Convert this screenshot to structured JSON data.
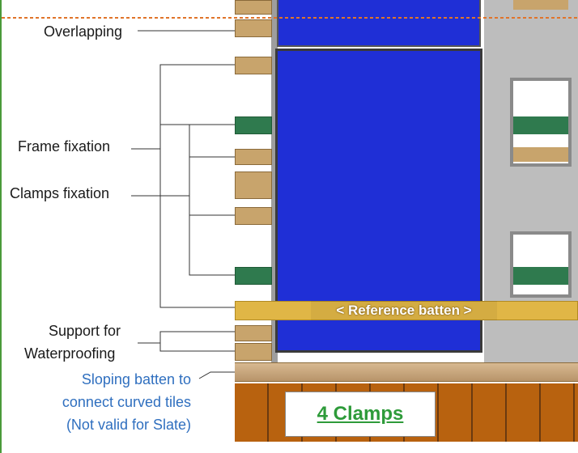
{
  "labels": {
    "overlapping": "Overlapping",
    "frame_fixation": "Frame fixation",
    "clamps_fixation": "Clamps fixation",
    "support_line1": "Support for",
    "support_line2": "Waterproofing",
    "sloping_line1": "Sloping batten to",
    "sloping_line2": "connect curved tiles",
    "sloping_line3": "(Not valid for Slate)"
  },
  "reference_batten": "<  Reference batten >",
  "clamps_count": "4 Clamps",
  "colors": {
    "panel_blue": "#1f2fd6",
    "batten_brown": "#c8a46c",
    "batten_green": "#2f7a4e",
    "reference_batten": "#e0b646",
    "dashed_line": "#e0742a",
    "clamps_text": "#2e9b3a",
    "sloping_text": "#2f6fbf"
  }
}
